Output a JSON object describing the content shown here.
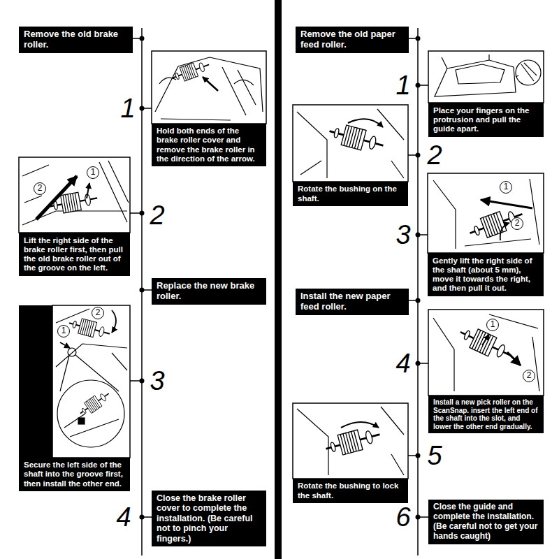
{
  "diagram": {
    "nodes": [
      {
        "text": [
          "Remove the old brake roller."
        ]
      },
      {
        "text": [
          "Hold both ends of the brake roller cover and remove the brake roller in the direction of the arrow."
        ]
      },
      {
        "text": [
          "Lift the right side of the brake roller first, then pull the old brake roller out of the groove on the left."
        ]
      },
      {
        "text": [
          "Replace the new brake roller."
        ]
      },
      {
        "text": [
          "Secure the left side of the shaft into the groove first, then install the other end."
        ]
      },
      {
        "text": [
          "Close the brake roller cover to complete the installation. (Be careful not to pinch your fingers.)"
        ]
      },
      {
        "text": [
          "Remove the old paper feed roller."
        ]
      },
      {
        "text": [
          "Place your fingers on the protrusion and pull the guide apart."
        ]
      },
      {
        "text": [
          "Rotate the bushing on the shaft."
        ]
      },
      {
        "text": [
          "Gently lift the right side of the shaft (about 5 mm), move it towards the right, and then pull it out."
        ]
      },
      {
        "text": [
          "Install the new paper feed roller."
        ]
      },
      {
        "text": [
          "Install a new pick roller on the ScanSnap. insert the left end of the shaft into the slot, and lower the other end gradually."
        ]
      },
      {
        "text": [
          "Rotate the bushing to lock the shaft."
        ]
      },
      {
        "text": [
          "Close the guide and complete the installation. (Be careful not to get your hands caught)"
        ]
      }
    ],
    "labels": [
      "1",
      "2",
      "1",
      "2",
      "1",
      "2",
      "3",
      "4",
      "1",
      "2",
      "1",
      "2",
      "3",
      "1",
      "2",
      "4",
      "5",
      "6"
    ]
  }
}
